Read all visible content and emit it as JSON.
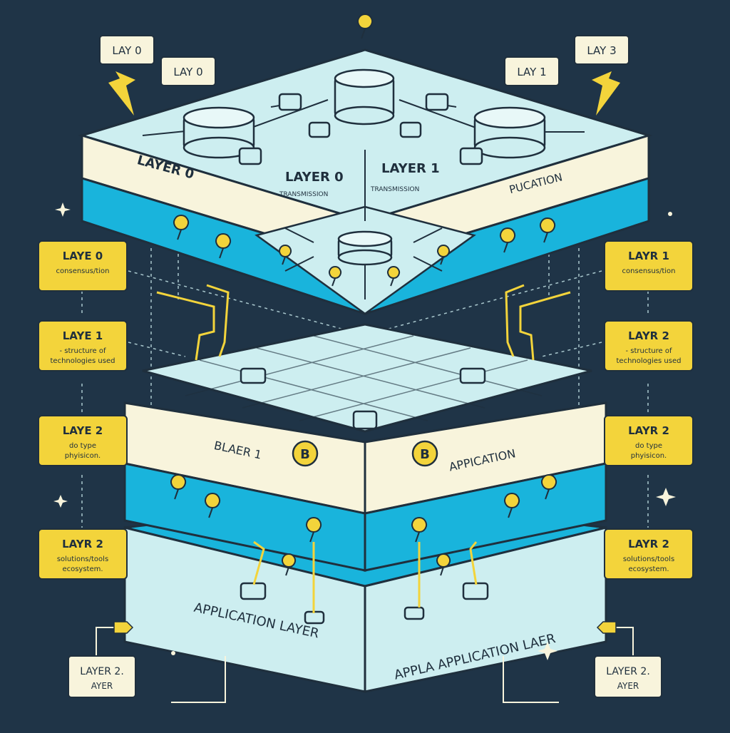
{
  "colors": {
    "background": "#1f3447",
    "cream": "#f8f4dc",
    "cyan": "#19b4dc",
    "mint": "#cdeef0",
    "yellow": "#f3d43b",
    "ink": "#1f2f3d"
  },
  "top_tags": {
    "left_outer": "LAY 0",
    "left_inner": "LAY 0",
    "right_inner": "LAY 1",
    "right_outer": "LAY 3"
  },
  "top_slab": {
    "layer0": "LAYER 0",
    "layer0_center": "LAYER 0",
    "layer0_sub": "TRANSMISSION",
    "layer1": "LAYER 1",
    "layer1_sub": "TRANSMISSION",
    "right": "PUCATION"
  },
  "middle_slab": {
    "left": "BLAER 1",
    "right": "APPICATION"
  },
  "bottom_slab": {
    "left": "APPLICATION LAYER",
    "right": "APPLA APPLICATION LAER"
  },
  "side_labels": [
    {
      "title": "LAYE 0",
      "sub1": "consensus/tion",
      "sub2": ""
    },
    {
      "title": "LAYE 1",
      "sub1": "- structure of",
      "sub2": "technologies used"
    },
    {
      "title": "LAYE 2",
      "sub1": "do type",
      "sub2": "phyisicon."
    },
    {
      "title": "LAYR 2",
      "sub1": "solutions/tools",
      "sub2": "ecosystem."
    },
    {
      "title": "LAYR 1",
      "sub1": "consensus/tion",
      "sub2": ""
    },
    {
      "title": "LAYR 2",
      "sub1": "- structure of",
      "sub2": "technologies used"
    },
    {
      "title": "LAYR 2",
      "sub1": "do type",
      "sub2": "phyisicon."
    },
    {
      "title": "LAYR 2",
      "sub1": "solutions/tools",
      "sub2": "ecosystem."
    }
  ],
  "bottom_tags": {
    "left_line1": "LAYER 2.",
    "left_line2": "AYER",
    "right_line1": "LAYER 2.",
    "right_line2": "AYER"
  },
  "coin_glyph": "B"
}
